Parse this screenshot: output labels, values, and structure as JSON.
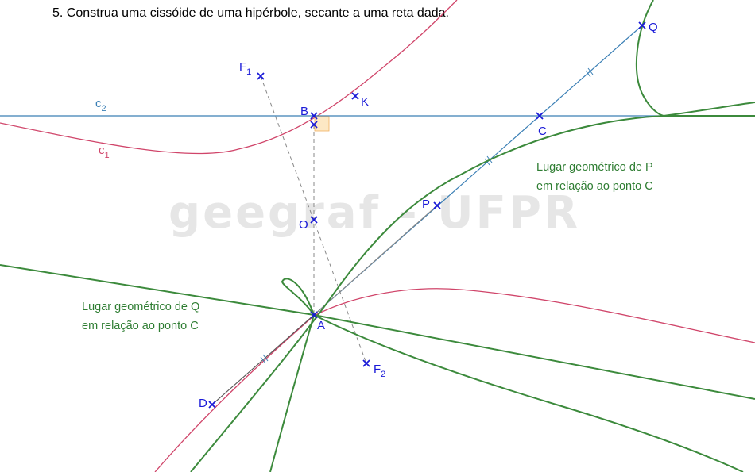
{
  "title": "5. Construa uma cissóide de uma hipérbole, secante a uma reta dada.",
  "watermark": "geegraf - UFPR",
  "labels": {
    "c1_main": "c",
    "c1_sub": "1",
    "c2_main": "c",
    "c2_sub": "2",
    "F1_main": "F",
    "F1_sub": "1",
    "F2_main": "F",
    "F2_sub": "2",
    "B": "B",
    "K": "K",
    "C": "C",
    "Q": "Q",
    "P": "P",
    "O": "O",
    "A": "A",
    "D": "D"
  },
  "locus_P": {
    "line1": "Lugar geométrico de P",
    "line2": "em relação ao ponto C"
  },
  "locus_Q": {
    "line1": "Lugar geométrico de Q",
    "line2": "em relação ao ponto C"
  },
  "colors": {
    "hyperbola": "#d0456a",
    "secant": "#3a7fb5",
    "cissoid": "#3c8a3c",
    "points": "#1a1ad8",
    "labels_locus": "#2e7d32",
    "construction": "#888888"
  }
}
